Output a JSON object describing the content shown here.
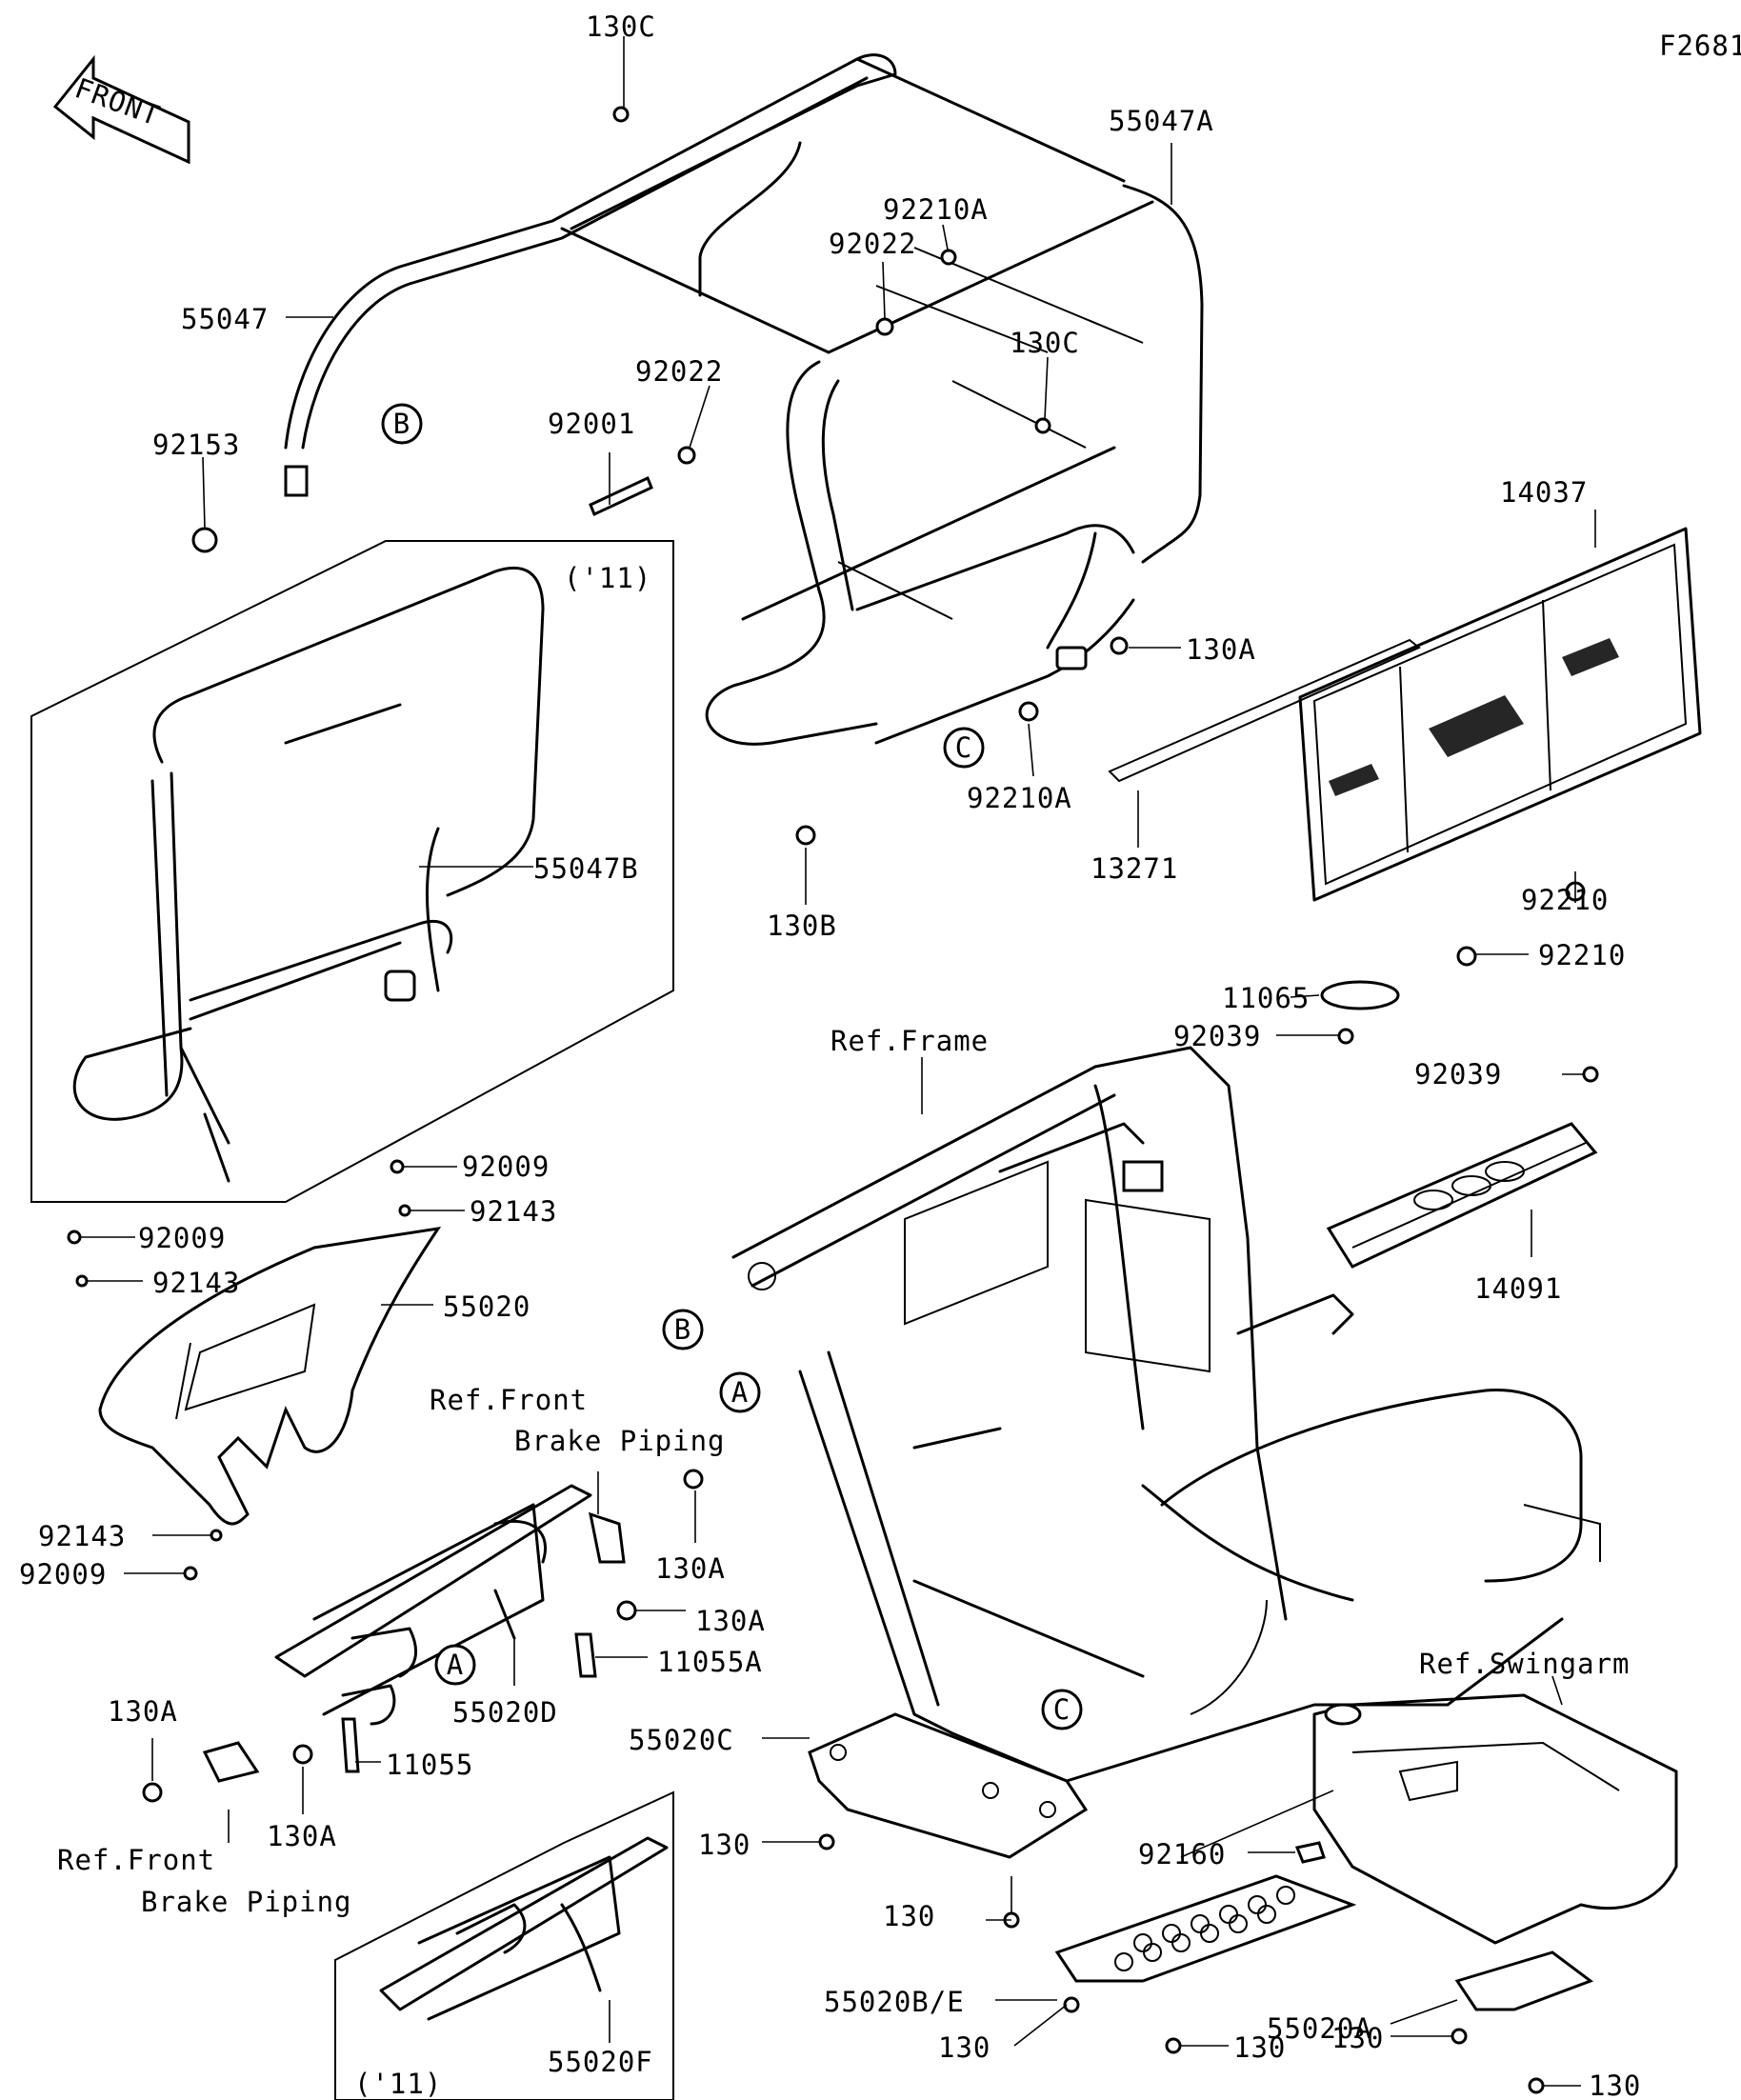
{
  "figure_id": "F2681",
  "front_arrow": "FRONT",
  "callouts": {
    "B": "B",
    "A": "A",
    "C": "C"
  },
  "labels": {
    "p130C_top": "130C",
    "p55047A": "55047A",
    "p92210A_top": "92210A",
    "p92022_a": "92022",
    "p55047": "55047",
    "p92022_b": "92022",
    "p130C_mid": "130C",
    "p92001": "92001",
    "p92153": "92153",
    "p14037": "14037",
    "p11_top": "('11)",
    "p130A_rack": "130A",
    "p92210A_mid": "92210A",
    "p55047B": "55047B",
    "p13271": "13271",
    "p130B": "130B",
    "p92210_a": "92210",
    "p92210_b": "92210",
    "p11065": "11065",
    "p92039_a": "92039",
    "p92039_b": "92039",
    "ref_frame": "Ref.Frame",
    "p92009_a": "92009",
    "p92143_a": "92143",
    "p92009_b": "92009",
    "p92143_b": "92143",
    "p55020": "55020",
    "p14091": "14091",
    "ref_front_brake_1": "Ref.Front",
    "ref_front_brake_2": "Brake Piping",
    "p92143_c": "92143",
    "p92009_c": "92009",
    "p130A_b1": "130A",
    "p130A_b2": "130A",
    "p11055A": "11055A",
    "p55020D": "55020D",
    "p130A_left": "130A",
    "p11055": "11055",
    "p130A_bottom": "130A",
    "ref_swingarm": "Ref.Swingarm",
    "p55020C": "55020C",
    "p130_a": "130",
    "p130_b": "130",
    "ref_front_brake_3": "Ref.Front",
    "ref_front_brake_4": "Brake Piping",
    "p92160": "92160",
    "p55020BE": "55020B/E",
    "p11_bottom": "('11)",
    "p55020F": "55020F",
    "p130_c": "130",
    "p130_d": "130",
    "p55020A": "55020A",
    "p130_e": "130",
    "p130_f": "130"
  }
}
